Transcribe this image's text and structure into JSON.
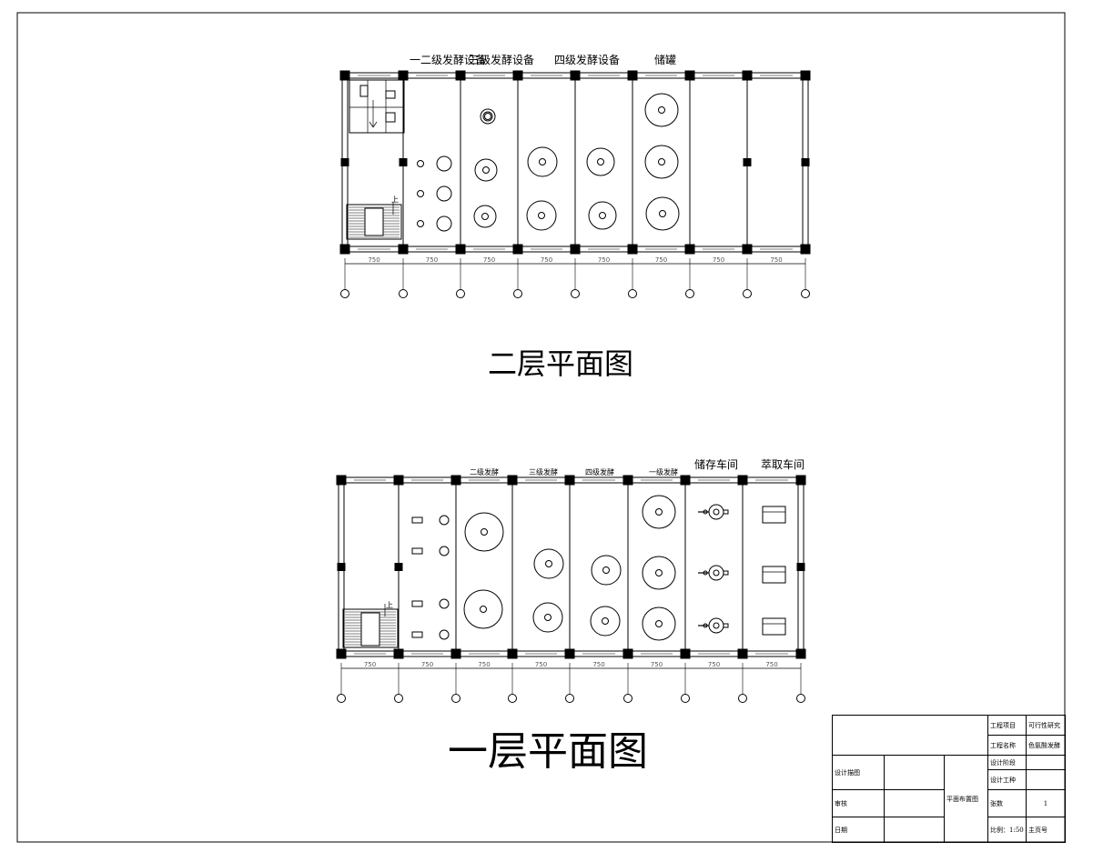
{
  "drawing": {
    "upper_title": "二层平面图",
    "lower_title": "一层平面图",
    "upper_stair_mark": "上",
    "lower_stair_mark": "上"
  },
  "upper_plan": {
    "bay_dim": "750",
    "labels": [
      "一二级发酵设备",
      "三级发酵设备",
      "四级发酵设备",
      "储罐"
    ]
  },
  "lower_plan": {
    "bay_dim": "750",
    "labels": [
      "二级发酵",
      "三级发酵",
      "四级发酵",
      "一级发酵",
      "储存车间",
      "萃取车间"
    ]
  },
  "title_block": {
    "project_item_label": "工程项目",
    "project_item_value": "可行性研究",
    "project_name_label": "工程名称",
    "project_name_value": "色氨酸发酵",
    "design_stage_label": "设计阶段",
    "design_drawing_label": "设计描图",
    "design_type_label": "设计工种",
    "drawing_name": "平面布置图",
    "review_label": "审核",
    "sheets_label": "张数",
    "sheets_value": "1",
    "date_label": "日期",
    "scale_label": "比例：1:50",
    "page_no_label": "主页号"
  }
}
